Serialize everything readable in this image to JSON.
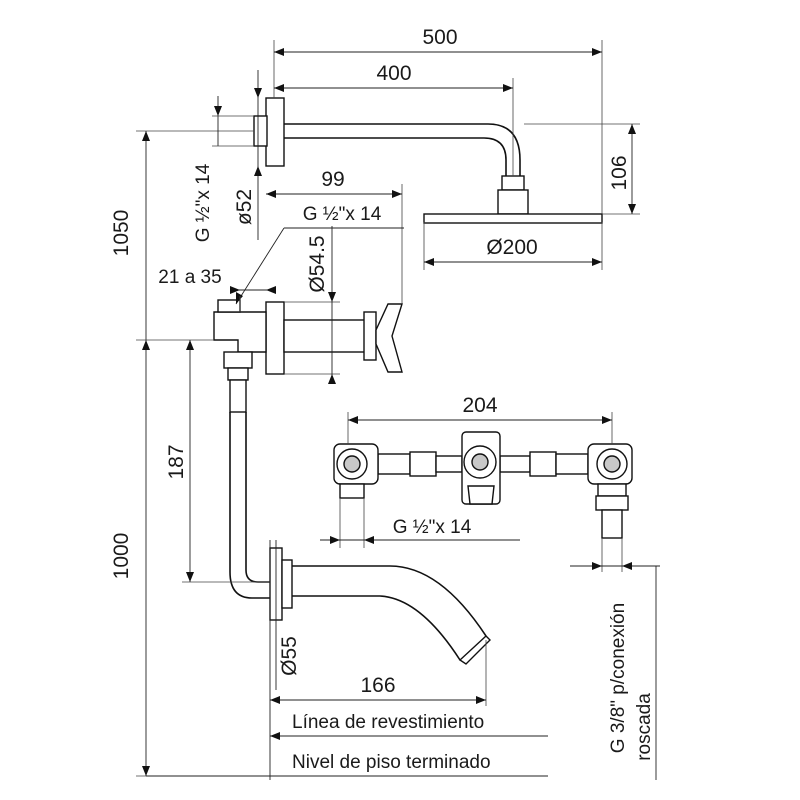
{
  "dimensions": {
    "d500": "500",
    "d400": "400",
    "d106": "106",
    "d99": "99",
    "d200": "Ø200",
    "d1050": "1050",
    "g14_upper": "G ½\"x 14",
    "d52": "ø52",
    "g14_mid": "G ½\"x 14",
    "d545": "Ø54.5",
    "d21a35": "21 a 35",
    "d187": "187",
    "d204": "204",
    "g14_lower": "G ½\"x 14",
    "d1000": "1000",
    "d55": "Ø55",
    "d166": "166",
    "g38_line1": "G 3/8\" p/conexión",
    "g38_line2": "roscada"
  },
  "labels": {
    "linea_revestimiento": "Línea de revestimiento",
    "nivel_piso": "Nivel de piso terminado"
  }
}
